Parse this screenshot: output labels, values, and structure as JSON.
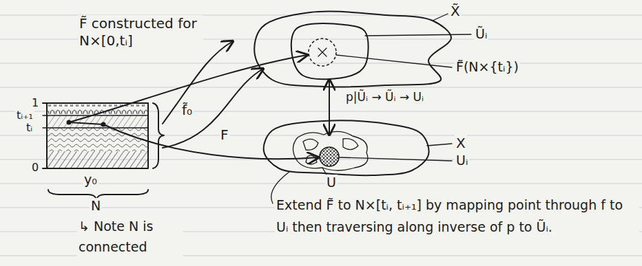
{
  "diagram": {
    "labels": [
      "F̃ constructed for N×[0,tᵢ]",
      "f̃₀",
      "X̃",
      "Ũᵢ",
      "F̃(N×{tᵢ})",
      "p|Ũᵢ → Ũᵢ → Uᵢ",
      "X",
      "Uᵢ",
      "U",
      "F",
      "Extend F̃ to N×[tᵢ, tᵢ₊₁] by mapping point through f to Uᵢ then traversing along inverse of p to Ũᵢ.",
      "1",
      "tᵢ₊₁",
      "tᵢ",
      "0",
      "y₀",
      "N",
      "↳ Note N is connected"
    ]
  }
}
